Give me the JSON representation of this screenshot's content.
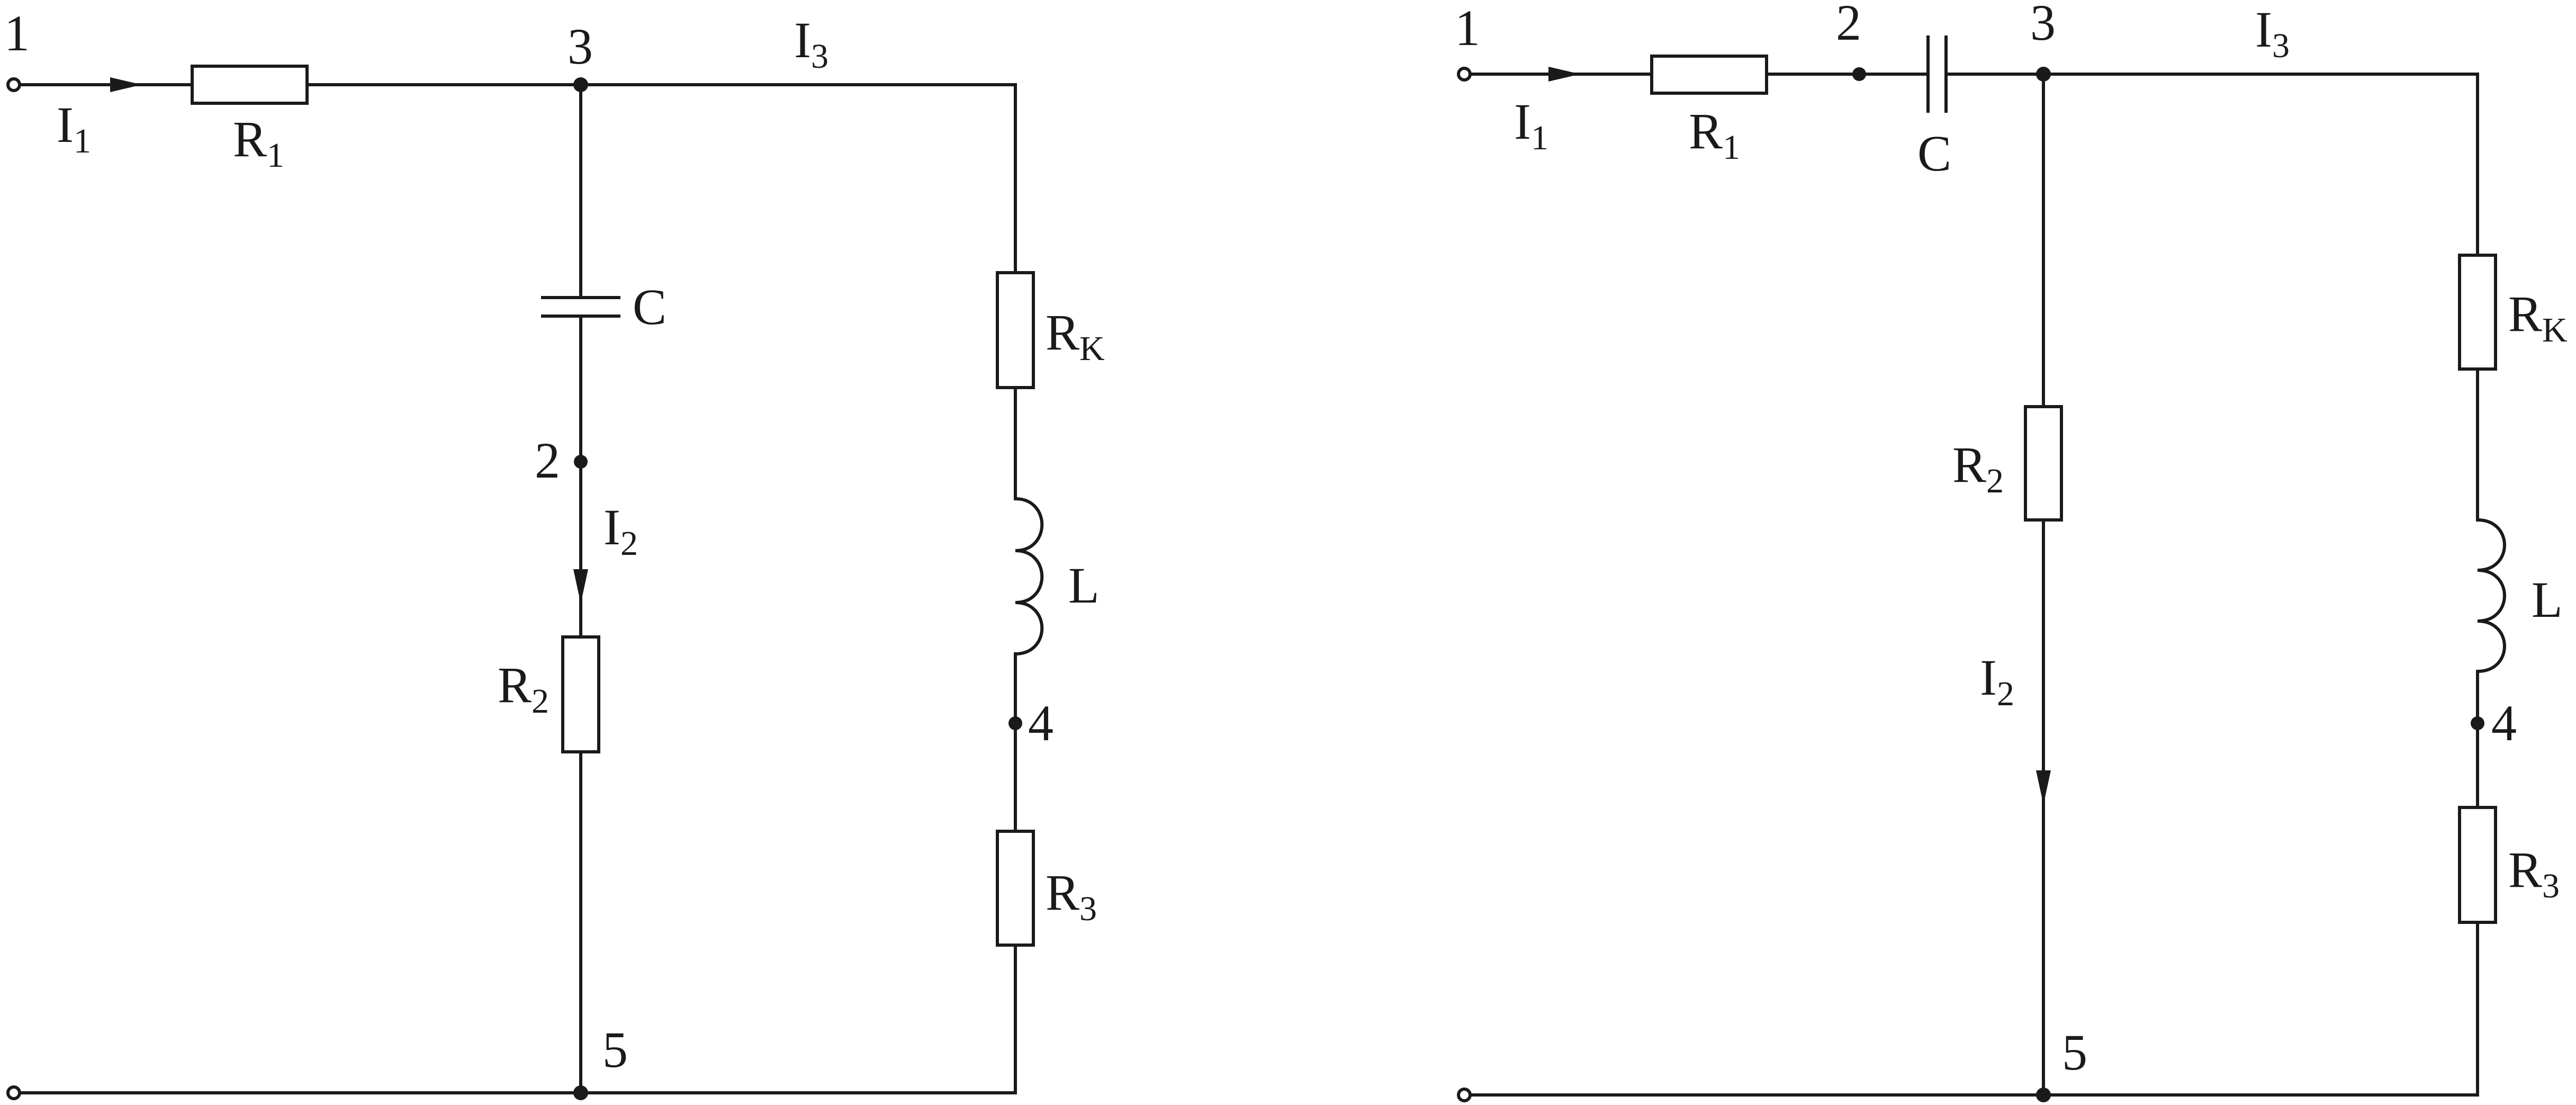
{
  "diagrams": [
    {
      "nodes": {
        "n1": "1",
        "n2": "2",
        "n3": "3",
        "n4": "4",
        "n5": "5"
      },
      "currents": {
        "i1": {
          "main": "I",
          "sub": "1"
        },
        "i2": {
          "main": "I",
          "sub": "2"
        },
        "i3": {
          "main": "I",
          "sub": "3"
        }
      },
      "components": {
        "r1": {
          "main": "R",
          "sub": "1"
        },
        "c": {
          "main": "C"
        },
        "r2": {
          "main": "R",
          "sub": "2"
        },
        "rk": {
          "main": "R",
          "sub": "K"
        },
        "l": {
          "main": "L"
        },
        "r3": {
          "main": "R",
          "sub": "3"
        }
      }
    },
    {
      "nodes": {
        "n1": "1",
        "n2": "2",
        "n3": "3",
        "n4": "4",
        "n5": "5"
      },
      "currents": {
        "i1": {
          "main": "I",
          "sub": "1"
        },
        "i2": {
          "main": "I",
          "sub": "2"
        },
        "i3": {
          "main": "I",
          "sub": "3"
        }
      },
      "components": {
        "r1": {
          "main": "R",
          "sub": "1"
        },
        "c": {
          "main": "C"
        },
        "r2": {
          "main": "R",
          "sub": "2"
        },
        "rk": {
          "main": "R",
          "sub": "K"
        },
        "l": {
          "main": "L"
        },
        "r3": {
          "main": "R",
          "sub": "3"
        }
      }
    }
  ]
}
